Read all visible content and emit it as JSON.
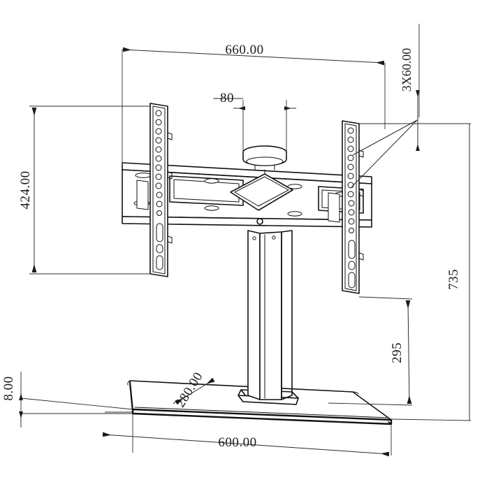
{
  "drawing": {
    "title": "TV Stand Tabletop Mount Technical Drawing",
    "background_color": "#ffffff",
    "line_color": "#111111",
    "text_color": "#1a1a1a"
  },
  "dimensions": {
    "overall_width_top": "660.00",
    "pole_width": "80",
    "hole_pattern": "3X60.00",
    "bracket_height": "424.00",
    "total_height": "735",
    "pole_height": "295",
    "base_depth": "280.00",
    "base_width": "600.00",
    "glass_thickness": "8.00"
  },
  "parts": {
    "top_bracket": "wall-mount-bracket",
    "left_rail": "left-vertical-rail",
    "right_rail": "right-vertical-rail",
    "center_diamond": "tilt-pivot-diamond",
    "top_cylinder": "pivot-cap-cylinder",
    "column": "support-column",
    "column_foot": "column-base-plate",
    "glass_base": "glass-base-panel"
  },
  "icons": {
    "arrow": "dimension-arrow-icon"
  }
}
